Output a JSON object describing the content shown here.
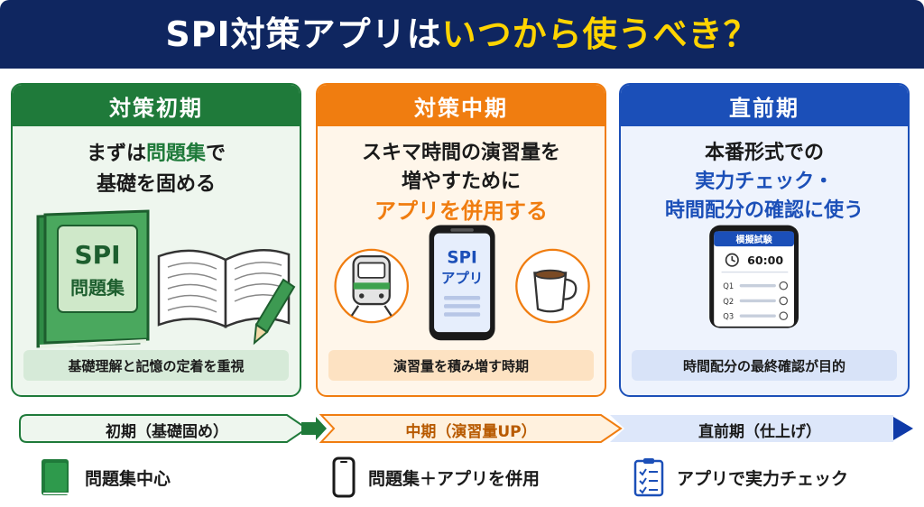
{
  "header": {
    "title_part1": "SPI対策アプリは",
    "title_part2": "いつから使うべき？",
    "colors": {
      "bg": "#0f2660",
      "white": "#ffffff",
      "yellow": "#ffd400"
    }
  },
  "cards": {
    "early": {
      "heading": "対策初期",
      "line1_pre": "まずは",
      "line1_hl": "問題集",
      "line1_post": "で",
      "line2": "基礎を固める",
      "book_title1": "SPI",
      "book_title2": "問題集",
      "footer": "基礎理解と記憶の定着を重視",
      "color": "#1f7a3a"
    },
    "middle": {
      "heading": "対策中期",
      "line1": "スキマ時間の演習量を",
      "line2": "増やすために",
      "line3_hl": "アプリを併用する",
      "phone_text1": "SPI",
      "phone_text2": "アプリ",
      "footer": "演習量を積み増す時期",
      "color": "#f07d10"
    },
    "final": {
      "heading": "直前期",
      "line1": "本番形式での",
      "line2_hl": "実力チェック・",
      "line3_hl": "時間配分の確認に使う",
      "phone_header": "模擬試験",
      "timer": "60:00",
      "questions": [
        "Q1",
        "Q2",
        "Q3"
      ],
      "footer": "時間配分の最終確認が目的",
      "color": "#1b4fb8"
    }
  },
  "timeline": {
    "early": "初期（基礎固め）",
    "middle": "中期（演習量UP）",
    "final": "直前期（仕上げ）"
  },
  "bottom": {
    "early": "問題集中心",
    "middle": "問題集＋アプリを併用",
    "final": "アプリで実力チェック"
  },
  "icons": {
    "book": "book-icon",
    "open_book": "open-book-icon",
    "pencil": "pencil-icon",
    "train": "train-icon",
    "phone": "smartphone-icon",
    "coffee": "coffee-cup-icon",
    "clock": "clock-icon",
    "checklist": "checklist-icon"
  }
}
